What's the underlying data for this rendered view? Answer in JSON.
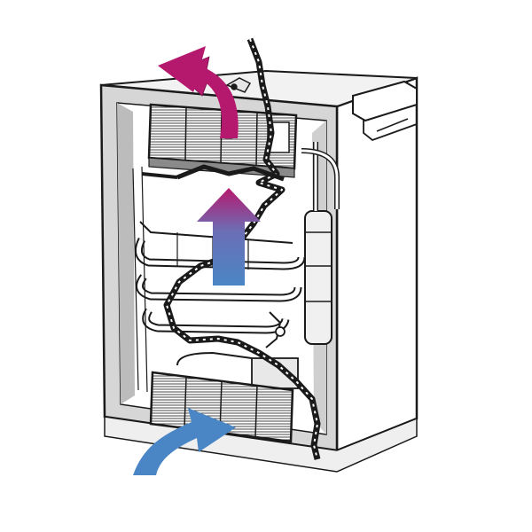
{
  "diagram": {
    "subject": "refrigerator-rear-airflow",
    "colors": {
      "hot_air": "#b5196e",
      "cool_air": "#4a86c5",
      "line": "#1a1a1a",
      "shade": "#c9c9c9",
      "panel": "#ffffff"
    },
    "elements": {
      "top_vent": "upper-vent-grille",
      "bottom_vent": "lower-vent-grille",
      "hot_air_arrow": "exhaust-arrow",
      "cool_air_arrow": "intake-arrow",
      "rising_air_arrow": "convection-arrow"
    }
  }
}
